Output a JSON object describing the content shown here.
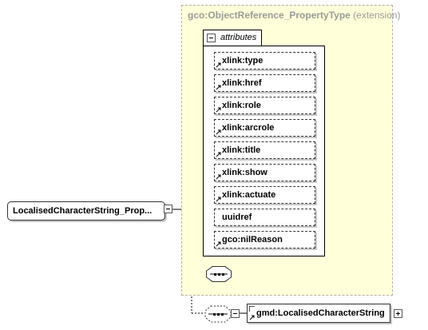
{
  "extension": {
    "type_name": "gco:ObjectReference_PropertyType",
    "suffix": " (extension)"
  },
  "attributes_group": {
    "label": "attributes",
    "items": [
      {
        "label": "xlink:type",
        "is_ref": true
      },
      {
        "label": "xlink:href",
        "is_ref": true
      },
      {
        "label": "xlink:role",
        "is_ref": true
      },
      {
        "label": "xlink:arcrole",
        "is_ref": true
      },
      {
        "label": "xlink:title",
        "is_ref": true
      },
      {
        "label": "xlink:show",
        "is_ref": true
      },
      {
        "label": "xlink:actuate",
        "is_ref": true
      },
      {
        "label": "uuidref",
        "is_ref": false
      },
      {
        "label": "gco:nilReason",
        "is_ref": true
      }
    ]
  },
  "root_element": {
    "label": "LocalisedCharacterString_Prop..."
  },
  "child_element": {
    "label": "gmd:LocalisedCharacterString"
  },
  "colors": {
    "extension_fill": "#ffffd9",
    "extension_border": "#b0b0b0",
    "title": "#9a9a9a"
  }
}
